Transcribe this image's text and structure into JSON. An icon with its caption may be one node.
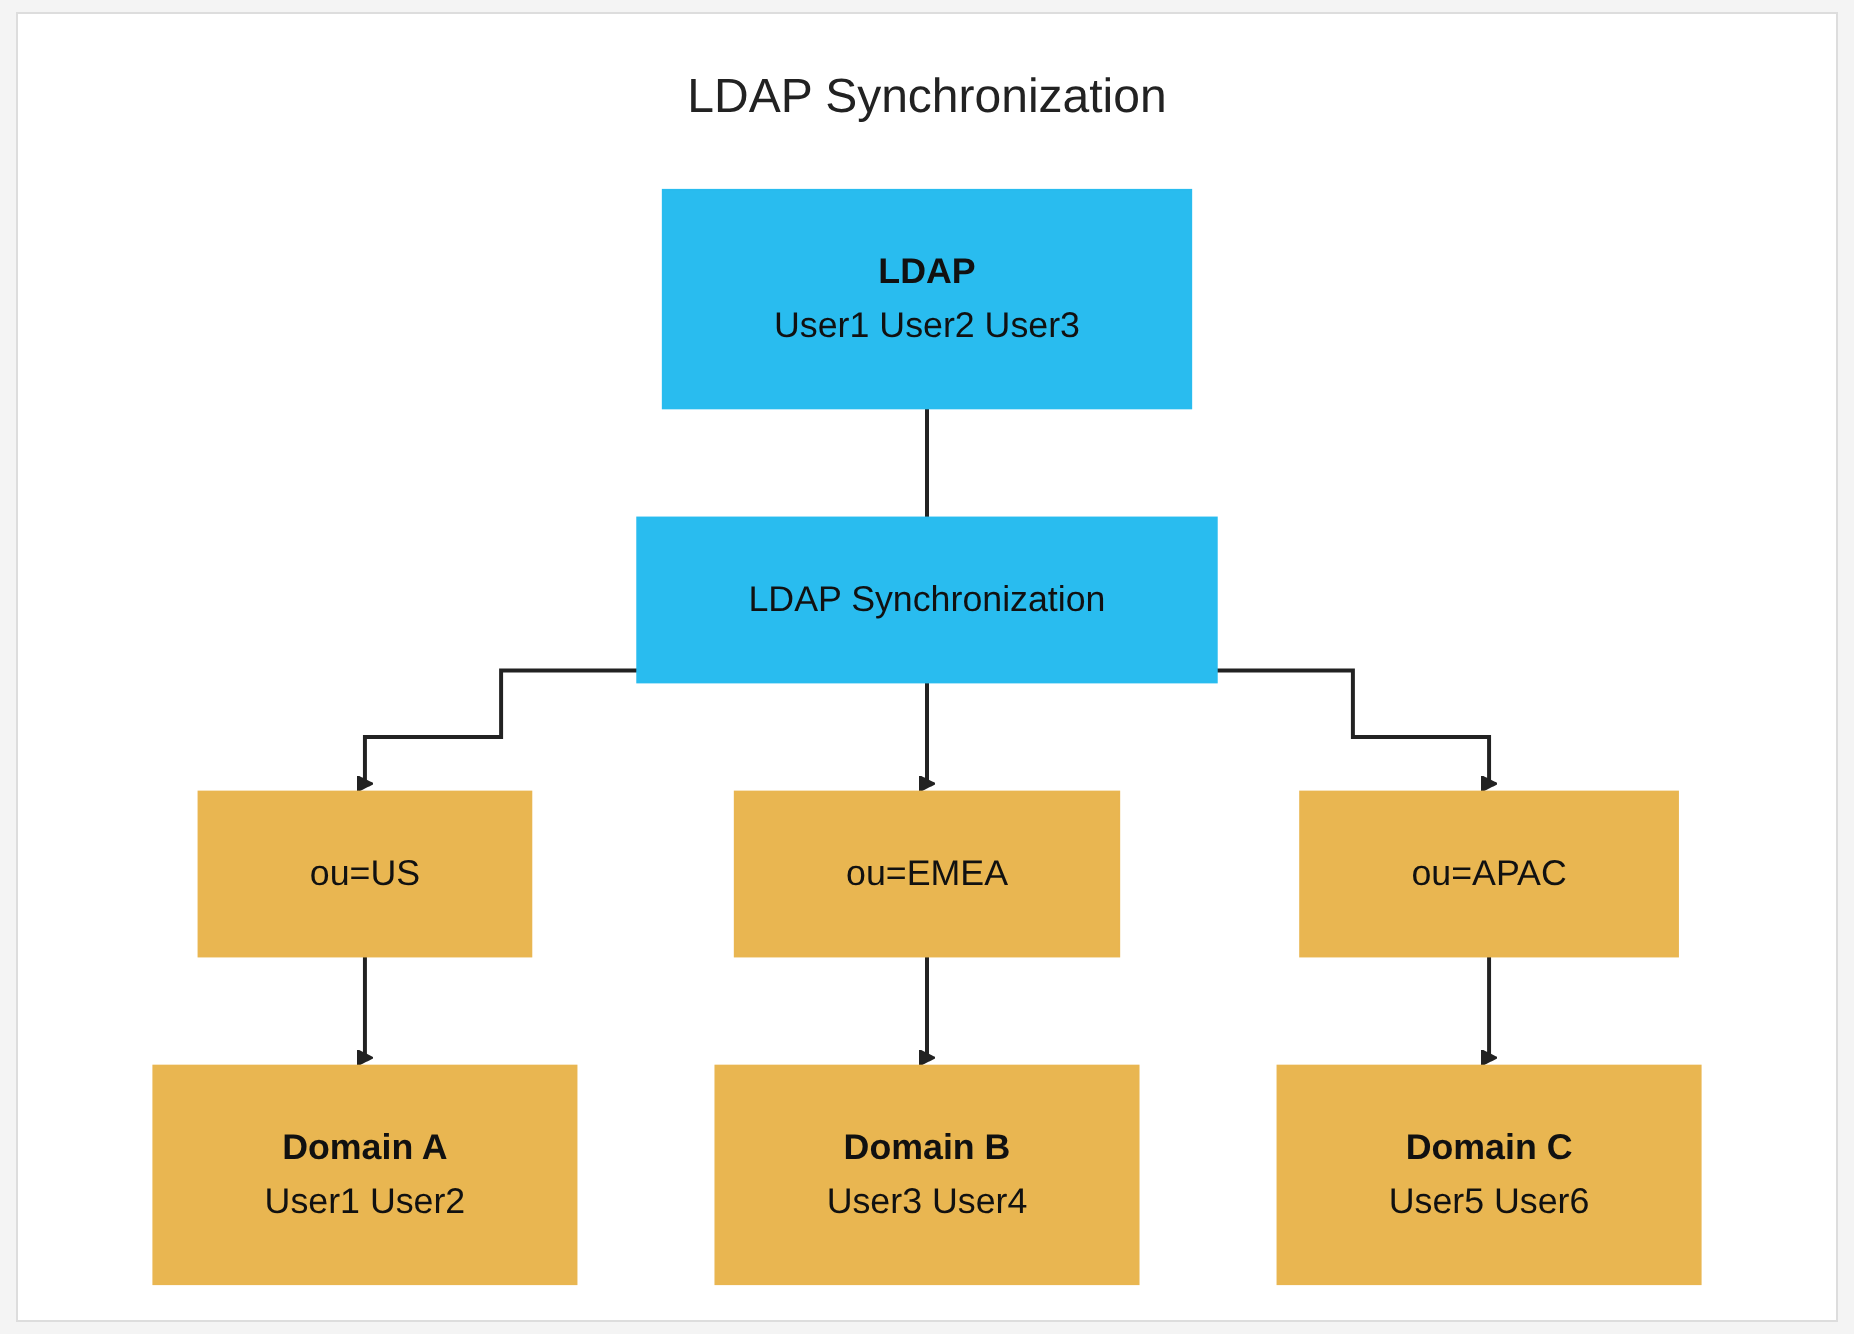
{
  "diagram": {
    "title": "LDAP Synchronization",
    "nodes": [
      {
        "text": [
          "LDAP",
          "User1 User2 User3"
        ]
      },
      {
        "text": [
          "LDAP Synchronization"
        ]
      },
      {
        "text": [
          "ou=US"
        ]
      },
      {
        "text": [
          "ou=EMEA"
        ]
      },
      {
        "text": [
          "ou=APAC"
        ]
      },
      {
        "text": [
          "Domain A",
          "User1 User2"
        ]
      },
      {
        "text": [
          "Domain B",
          "User3 User4"
        ]
      },
      {
        "text": [
          "Domain C",
          "User5 User6"
        ]
      }
    ],
    "edges": [
      {
        "from": 0,
        "to": 1,
        "arrow": "none"
      },
      {
        "from": 1,
        "to": 2,
        "arrow": "to"
      },
      {
        "from": 1,
        "to": 3,
        "arrow": "to"
      },
      {
        "from": 1,
        "to": 4,
        "arrow": "to"
      },
      {
        "from": 2,
        "to": 5,
        "arrow": "to"
      },
      {
        "from": 3,
        "to": 6,
        "arrow": "to"
      },
      {
        "from": 4,
        "to": 7,
        "arrow": "to"
      }
    ]
  }
}
